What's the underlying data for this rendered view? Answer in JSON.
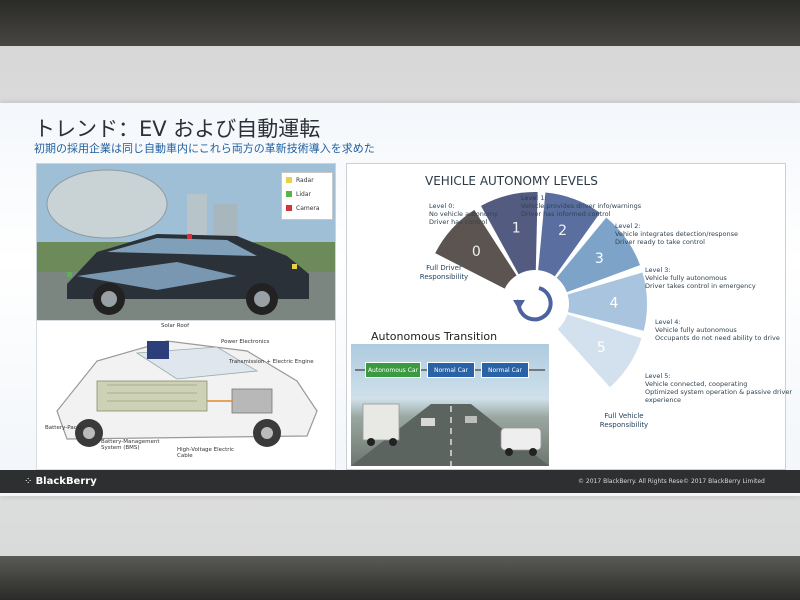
{
  "slide": {
    "title": "トレンド：EV および自動運転",
    "subtitle": "初期の採用企業は同じ自動車内にこれら両方の革新技術導入を求めた",
    "footer_logo": "BlackBerry",
    "footer_copyright": "© 2017 BlackBerry. All Rights Rese© 2017 BlackBerry Limited"
  },
  "car_photo": {
    "legend": [
      {
        "label": "Radar",
        "color": "#e8d24a"
      },
      {
        "label": "Lidar",
        "color": "#59b548"
      },
      {
        "label": "Camera",
        "color": "#d2343a"
      }
    ]
  },
  "diagram": {
    "labels": [
      "Solar Roof",
      "Power Electronics",
      "Transmission + Electric Engine",
      "Battery-Packs",
      "Battery-Management System (BMS)",
      "High-Voltage Electric Cable"
    ]
  },
  "autonomy": {
    "title": "VEHICLE AUTONOMY LEVELS",
    "full_driver": "Full Driver Responsibility",
    "full_vehicle": "Full Vehicle Responsibility",
    "levels": [
      {
        "name": "Level 0:",
        "l1": "No vehicle autonomy",
        "l2": "Driver has control",
        "l3": "",
        "number": "0"
      },
      {
        "name": "Level 1:",
        "l1": "Vehicle provides driver info/warnings",
        "l2": "Driver has informed control",
        "l3": "",
        "number": "1"
      },
      {
        "name": "Level 2:",
        "l1": "Vehicle integrates detection/response",
        "l2": "Driver ready to take control",
        "l3": "",
        "number": "2"
      },
      {
        "name": "Level 3:",
        "l1": "Vehicle fully autonomous",
        "l2": "Driver takes control in emergency",
        "l3": "",
        "number": "3"
      },
      {
        "name": "Level 4:",
        "l1": "Vehicle fully autonomous",
        "l2": "Occupants do not need ability to drive",
        "l3": "",
        "number": "4"
      },
      {
        "name": "Level 5:",
        "l1": "Vehicle connected, cooperating",
        "l2": "Optimized system operation & passive driver",
        "l3": "experience",
        "number": "5"
      }
    ],
    "colors": [
      "#5b5450",
      "#535b80",
      "#5a6fa0",
      "#7ea3c9",
      "#a8c4de",
      "#d3e1ee"
    ]
  },
  "transition": {
    "title": "Autonomous Transition",
    "signs": [
      "Autonomous Car",
      "Normal Car",
      "Normal Car"
    ],
    "sign_colors": [
      "#3a9a3f",
      "#2a62a8",
      "#2a62a8"
    ]
  }
}
